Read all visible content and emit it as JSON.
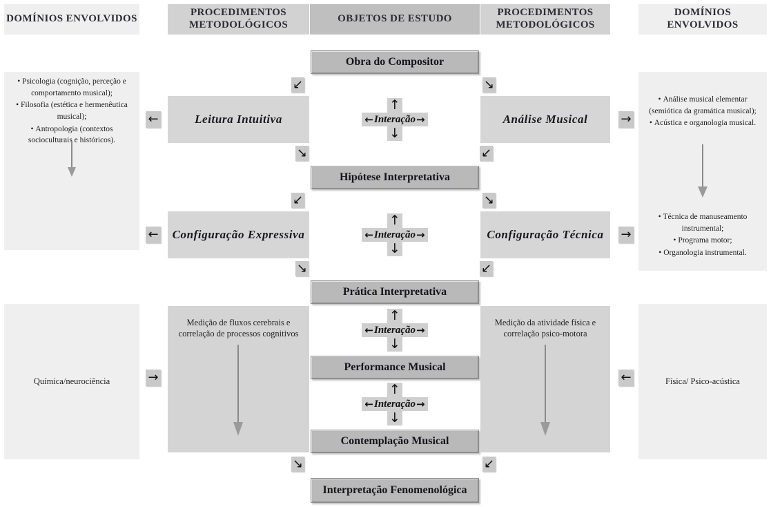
{
  "headers": {
    "left_domain": "DOMÍNIOS ENVOLVIDOS",
    "left_proc": "PROCEDIMENTOS METODOLÓGICOS",
    "center": "OBJETOS DE ESTUDO",
    "right_proc": "PROCEDIMENTOS METODOLÓGICOS",
    "right_domain": "DOMÍNIOS ENVOLVIDOS"
  },
  "center_boxes": [
    {
      "id": "obra",
      "label": "Obra do Compositor"
    },
    {
      "id": "hipotese",
      "label": "Hipótese Interpretativa"
    },
    {
      "id": "pratica",
      "label": "Prática Interpretativa"
    },
    {
      "id": "performance",
      "label": "Performance Musical"
    },
    {
      "id": "contemplacao",
      "label": "Contemplação Musical"
    },
    {
      "id": "interpretacao",
      "label": "Interpretação Fenomenológica"
    }
  ],
  "interaction": {
    "label": "Interação",
    "left_arrow": "←",
    "right_arrow": "→",
    "up_arrow": "↑",
    "down_arrow": "↓"
  },
  "left_procedures": [
    {
      "id": "leitura",
      "label": "Leitura Intuitiva"
    },
    {
      "id": "config-expressiva",
      "label": "Configuração Expressiva"
    }
  ],
  "right_procedures": [
    {
      "id": "analise",
      "label": "Análise Musical"
    },
    {
      "id": "config-tecnica",
      "label": "Configuração Técnica"
    }
  ],
  "left_measurement": {
    "line1": "Medição de fluxos cerebrais e",
    "line2": "correlação de processos cognitivos"
  },
  "right_measurement": {
    "line1": "Medição da atividade física e",
    "line2": "correlação psico-motora"
  },
  "left_domains": {
    "top_items": [
      "Psicologia (cognição, perceção e comportamento musical);",
      "Filosofia (estética e hermenêutica musical);",
      "Antropologia (contextos socioculturais e históricos)."
    ],
    "bottom_label": "Química/neurociência"
  },
  "right_domains": {
    "top_items": [
      "Análise musical elementar (semiótica da gramática musical);",
      "Acústica e organologia musical."
    ],
    "mid_items": [
      "Técnica de manuseamento instrumental;",
      "Programa motor;",
      "Organologia instrumental."
    ],
    "bottom_label": "Física/ Psico-acústica"
  },
  "connectors": {
    "down_left": "↙",
    "down_right": "↘",
    "left": "←",
    "right": "→"
  },
  "colors": {
    "panel_bg": "#efefef",
    "proc_bg": "#d6d6d6",
    "objbox_bg": "#b9b9b9",
    "header_dark": "#bfbfbf",
    "arrow_box": "#c9c9c9",
    "flow_arrow": "#8a8a8a"
  }
}
